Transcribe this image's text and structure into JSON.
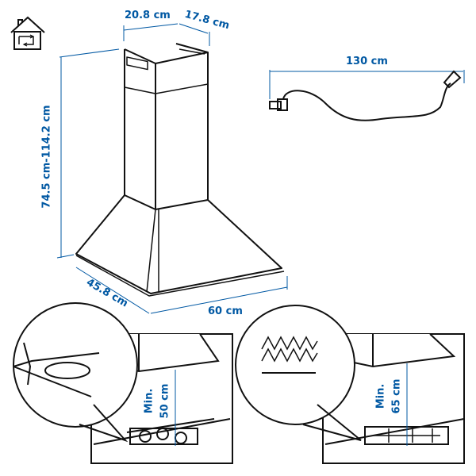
{
  "colors": {
    "dimension": "#0058a3",
    "line": "#111111",
    "background": "#ffffff"
  },
  "icons": {
    "indoor_recirculation": "house-recirculation-icon"
  },
  "hood": {
    "top_width": "20.8 cm",
    "top_depth": "17.8 cm",
    "height_range": "74.5 cm-114.2 cm",
    "base_depth": "45.8 cm",
    "base_width": "60 cm"
  },
  "cable": {
    "length": "130 cm"
  },
  "installation": {
    "electric": {
      "label_line1": "Min.",
      "label_line2": "50 cm"
    },
    "gas": {
      "label_line1": "Min.",
      "label_line2": "65 cm"
    }
  }
}
